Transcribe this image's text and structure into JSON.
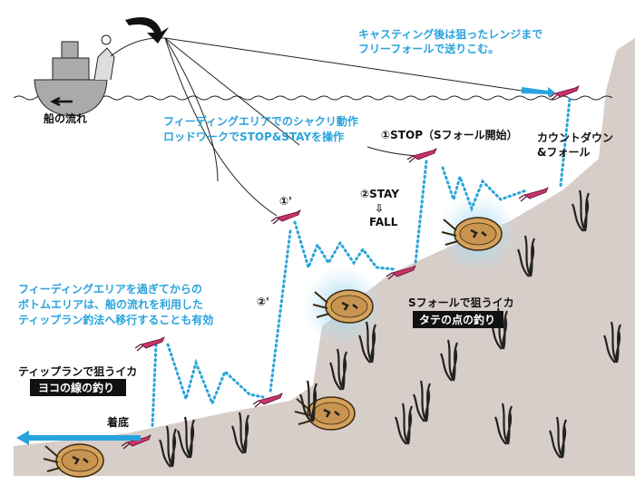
{
  "colors": {
    "seabed": "#d7cec9",
    "accent_blue": "#29a3dc",
    "egi_pink": "#c8336c",
    "squid": "#d4a25c"
  },
  "labels": {
    "boat_drift": "船の流れ",
    "casting_note": [
      "キャスティング後は狙ったレンジまで",
      "フリーフォールで送りこむ。"
    ],
    "feeding_note": [
      "フィーディングエリアでのシャクリ動作",
      "ロッドワークでSTOP&STAYを操作"
    ],
    "stop": "①STOP（Sフォール開始）",
    "countdown": [
      "カウントダウン",
      "&フォール"
    ],
    "stay": "②STAY",
    "down_arrow": "⇩",
    "fall": "FALL",
    "step1_prime": "①'",
    "step2_prime": "②'",
    "bottom_note": [
      "フィーディングエリアを過ぎてからの",
      "ボトムエリアは、船の流れを利用した",
      "ティップラン釣法へ移行することも有効"
    ],
    "s_fall_squid": "Sフォールで狙うイカ",
    "vertical_badge": "タテの点の釣り",
    "tip_run_squid": "ティップランで狙うイカ",
    "horizontal_badge": "ヨコの線の釣り",
    "bottom_touch": "着底"
  }
}
